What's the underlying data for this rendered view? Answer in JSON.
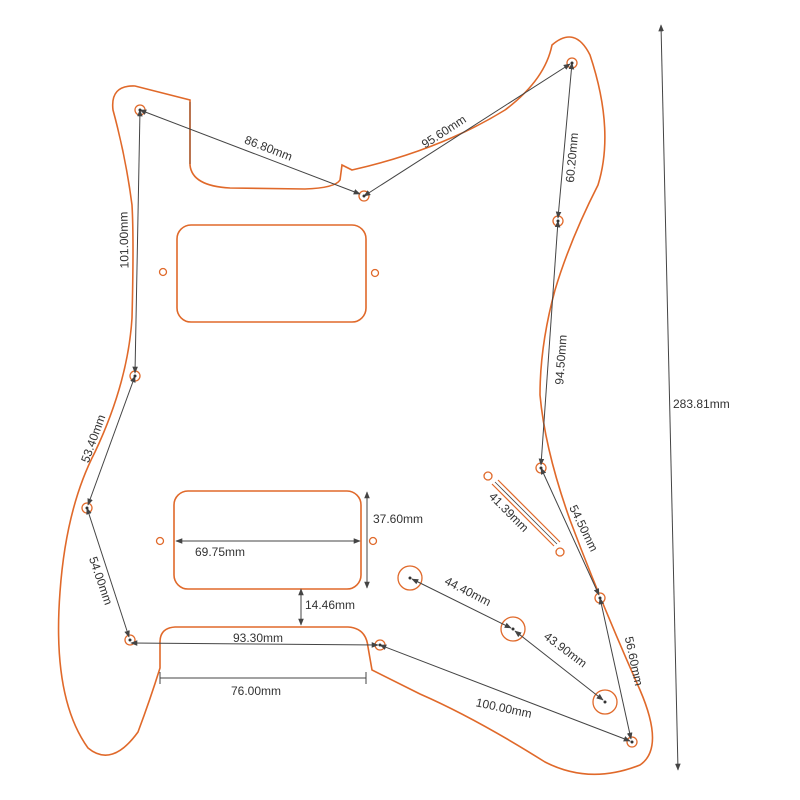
{
  "colors": {
    "outline": "#e0692a",
    "dimension": "#444444",
    "text": "#333333"
  },
  "dimensions": {
    "top_left_to_center": "86.80mm",
    "center_to_top_right": "95.60mm",
    "top_right_down": "60.20mm",
    "left_upper_vertical": "101.00mm",
    "right_mid_vertical": "94.50mm",
    "left_mid_diagonal": "53.40mm",
    "left_lower_diagonal": "54.00mm",
    "right_lower_diagonal": "54.50mm",
    "switch_slot": "41.39mm",
    "neck_pickup_width": "69.75mm",
    "neck_pickup_height": "37.60mm",
    "pickup_gap": "14.46mm",
    "bottom_inner": "93.30mm",
    "bottom_slot_width": "76.00mm",
    "bottom_diagonal": "100.00mm",
    "knob_spacing_1": "44.40mm",
    "knob_spacing_2": "43.90mm",
    "right_bottom_vertical": "56.60mm",
    "overall_height": "283.81mm"
  }
}
